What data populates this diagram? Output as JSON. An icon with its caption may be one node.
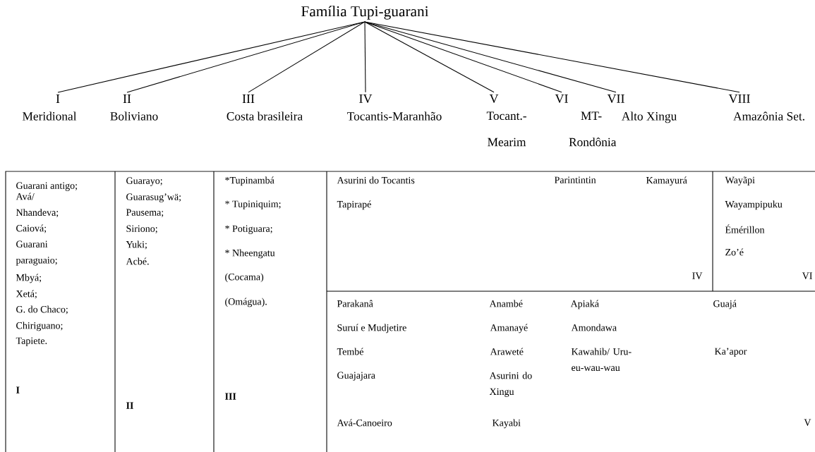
{
  "diagram": {
    "nodes": [
      {
        "text": [
          "Família Tupi-guarani"
        ]
      },
      {
        "text": [
          "I"
        ],
        "beside": [
          "Meridional"
        ]
      },
      {
        "text": [
          "II"
        ],
        "beside": [
          "Boliviano"
        ]
      },
      {
        "text": [
          "III"
        ],
        "beside": [
          "Costa brasileira"
        ]
      },
      {
        "text": [
          "IV"
        ],
        "beside": [
          "Tocantis-Maranhão"
        ]
      },
      {
        "text": [
          "V"
        ],
        "beside": [
          "Tocant.- Mearim"
        ]
      },
      {
        "text": [
          "VI"
        ],
        "beside": [
          "MT- Rondônia"
        ]
      },
      {
        "text": [
          "VII"
        ],
        "beside": [
          "Alto Xingu"
        ]
      },
      {
        "text": [
          "VIII"
        ],
        "beside": [
          "Amazônia Set."
        ]
      }
    ],
    "edges": [
      {
        "from": 0,
        "to": 1,
        "arrow": "none"
      },
      {
        "from": 0,
        "to": 2,
        "arrow": "none"
      },
      {
        "from": 0,
        "to": 3,
        "arrow": "none"
      },
      {
        "from": 0,
        "to": 4,
        "arrow": "none"
      },
      {
        "from": 0,
        "to": 5,
        "arrow": "none"
      },
      {
        "from": 0,
        "to": 6,
        "arrow": "none"
      },
      {
        "from": 0,
        "to": 7,
        "arrow": "none"
      },
      {
        "from": 0,
        "to": 8,
        "arrow": "none"
      }
    ],
    "labels": [
      "Guarani antigo;",
      "Avá/ Nhandeva;",
      "Caiová;",
      "Guarani paraguaio;",
      "Mbyá;",
      "Xetá;",
      "G. do Chaco;",
      "Chiriguano;",
      "Tapiete.",
      "I",
      "Guarayo;",
      "Guarasug’wä;",
      "Pausema;",
      "Siriono;",
      "Yuki;",
      "Acbé.",
      "II",
      "*Tupinambá",
      "* Tupiniquim;",
      "* Potiguara;",
      "* Nheengatu",
      "(Cocama)",
      "(Omágua).",
      "III",
      "Asurini do Tocantis",
      "Parintintin",
      "Kamayurá",
      "Tapirapé",
      "IV",
      "Wayãpi",
      "Wayampipuku",
      "Émérillon",
      "Zo’é",
      "VI",
      "Parakanâ",
      "Anambé",
      "Apiaká",
      "Guajá",
      "Suruí e Mudjetire",
      "Amanayé",
      "Amondawa",
      "Tembé",
      "Araweté",
      "Kawahib/ Uru-eu-wau-wau",
      "Ka’apor",
      "Guajajara",
      "Asurini do Xingu",
      "Avá-Canoeiro",
      "Kayabi",
      "V"
    ]
  }
}
